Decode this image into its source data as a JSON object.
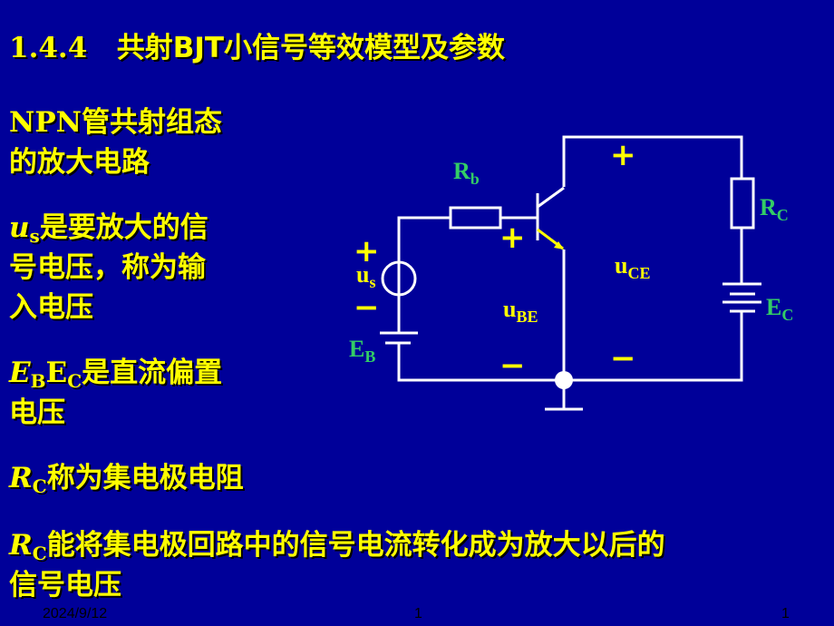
{
  "title": {
    "number": "1.4.4",
    "text_pre": "共射",
    "bjt": "BJT",
    "text_post": "小信号等效模型及参数"
  },
  "body": {
    "line1": "NPN管共射组态",
    "line2": "的放大电路",
    "us_var": "u",
    "us_sub": "s",
    "us_text": "是要放大的信",
    "line4": "号电压，称为输",
    "line5": "入电压",
    "eb_var": "E",
    "eb_sub": "B",
    "ec_var": "E",
    "ec_sub": "C",
    "ebec_text": "是直流偏置",
    "line7": "电压",
    "rc1_var": "R",
    "rc1_sub": "C",
    "rc1_text": "称为集电极电阻",
    "rc2_var": "R",
    "rc2_sub": "C",
    "rc2_text": "能将集电极回路中的信号电流转化成为放大以后的",
    "line10": "信号电压"
  },
  "circuit": {
    "rb": "R",
    "rb_sub": "b",
    "rc": "R",
    "rc_sub": "C",
    "ec": "E",
    "ec_sub": "C",
    "eb": "E",
    "eb_sub": "B",
    "us": "u",
    "us_sub": "s",
    "ube": "u",
    "ube_sub": "BE",
    "uce": "u",
    "uce_sub": "CE",
    "plus": "+",
    "minus": "−"
  },
  "footer": {
    "date": "2024/9/12",
    "page_center": "1",
    "page_right": "1"
  }
}
